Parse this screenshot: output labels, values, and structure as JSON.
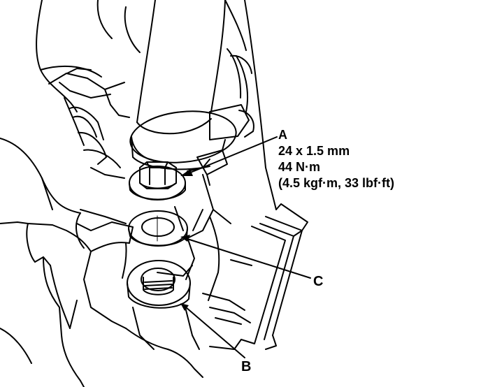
{
  "callouts": {
    "a": {
      "letter": "A",
      "size": "24 x 1.5 mm",
      "torque_nm": "44 N·m",
      "torque_alt": "(4.5 kgf·m, 33 lbf·ft)"
    },
    "b": {
      "letter": "B"
    },
    "c": {
      "letter": "C"
    }
  },
  "style": {
    "line_color": "#000000",
    "background": "#ffffff"
  }
}
